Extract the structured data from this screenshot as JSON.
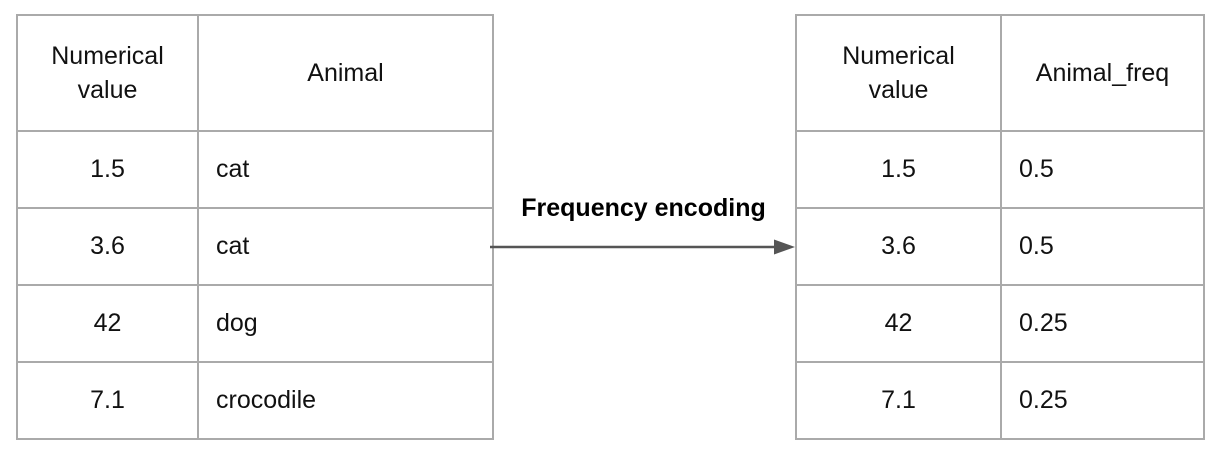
{
  "diagram": {
    "transform_label": "Frequency encoding"
  },
  "left_table": {
    "headers": [
      "Numerical value",
      "Animal"
    ],
    "rows": [
      [
        "1.5",
        "cat"
      ],
      [
        "3.6",
        "cat"
      ],
      [
        "42",
        "dog"
      ],
      [
        "7.1",
        "crocodile"
      ]
    ]
  },
  "right_table": {
    "headers": [
      "Numerical value",
      "Animal_freq"
    ],
    "rows": [
      [
        "1.5",
        "0.5"
      ],
      [
        "3.6",
        "0.5"
      ],
      [
        "42",
        "0.25"
      ],
      [
        "7.1",
        "0.25"
      ]
    ]
  },
  "colors": {
    "table_border": "#aaaaaa",
    "arrow": "#555555",
    "text": "#111111",
    "background": "#ffffff"
  }
}
